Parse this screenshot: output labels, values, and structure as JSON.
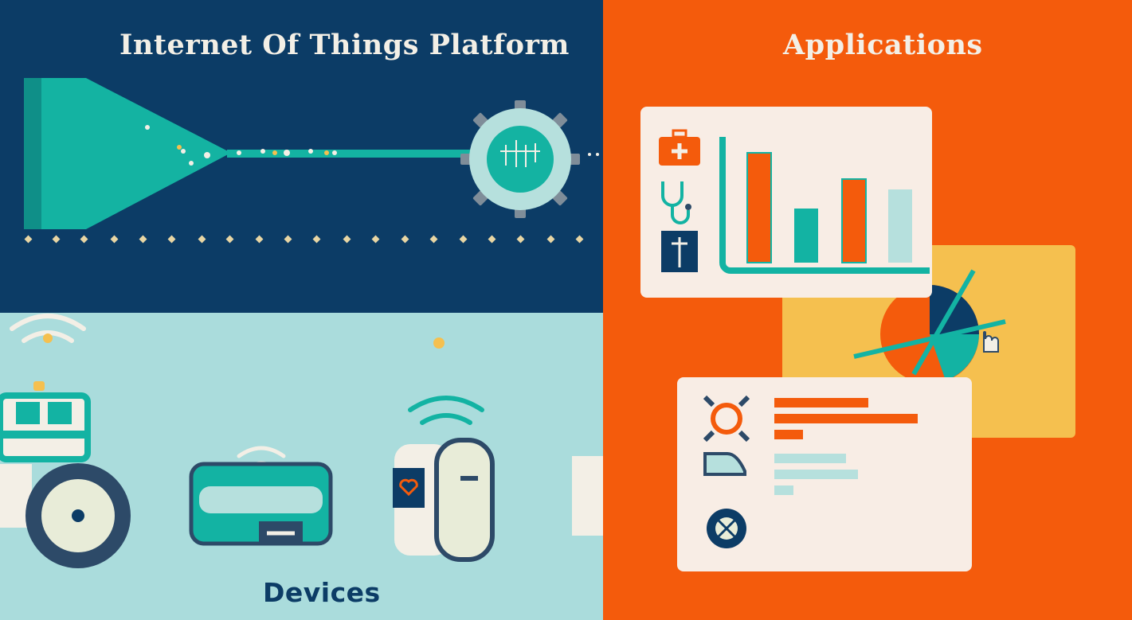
{
  "sections": {
    "platform": {
      "title": "Internet Of Things Platform"
    },
    "applications": {
      "title": "Applications"
    },
    "devices": {
      "title": "Devices"
    }
  },
  "colors": {
    "navy": "#0c3c66",
    "orange": "#f45b0c",
    "light_teal": "#aadcdc",
    "teal": "#13b3a3",
    "cream": "#f8ede5",
    "yellow": "#f5c04f"
  },
  "icons": [
    "data-funnel-icon",
    "gear-hub-icon",
    "wifi-icon",
    "tractor-icon",
    "toolbox-icon",
    "wearable-heart-monitor-icon",
    "first-aid-kit-icon",
    "stethoscope-icon",
    "medical-caduceus-icon",
    "pie-chart-icon",
    "hand-cursor-icon",
    "car-icon",
    "wheel-icon",
    "valve-icon"
  ]
}
